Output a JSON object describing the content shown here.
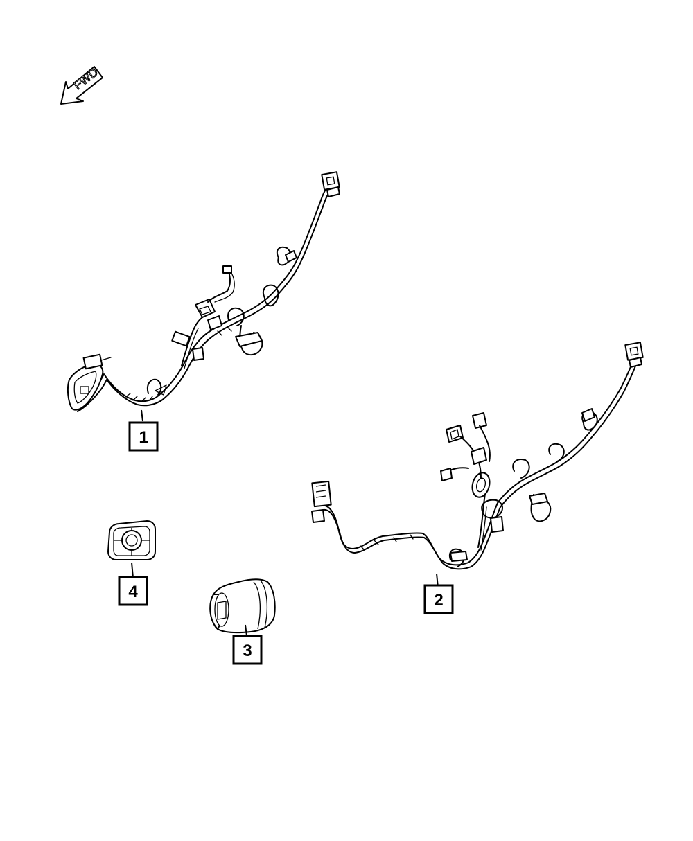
{
  "orientation": {
    "label": "FWD",
    "icon": "forward-arrow-icon"
  },
  "callouts": [
    {
      "id": "1",
      "label": "1",
      "part": "wiring-harness"
    },
    {
      "id": "2",
      "label": "2",
      "part": "wiring-harness"
    },
    {
      "id": "3",
      "label": "3",
      "part": "connector-boot"
    },
    {
      "id": "4",
      "label": "4",
      "part": "grommet"
    }
  ]
}
